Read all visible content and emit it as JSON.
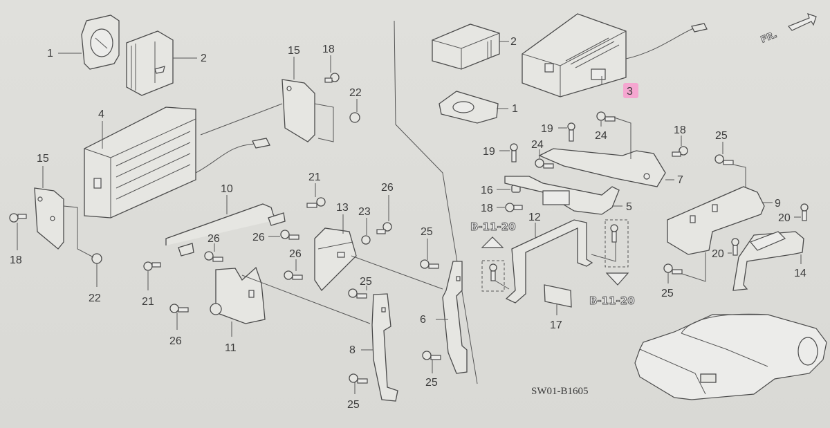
{
  "diagram": {
    "title_code": "SW01-B1605",
    "direction_indicator": "FR.",
    "highlight_color": "#f5a6d0",
    "reference_labels": [
      "B-11-20",
      "B-11-20"
    ],
    "left_section_labels": {
      "p1": "1",
      "p2": "2",
      "p4": "4",
      "p15a": "15",
      "p18a": "18",
      "p22a": "22",
      "p15b": "15",
      "p18b": "18",
      "p22b": "22",
      "p10": "10",
      "p21a": "21",
      "p21b": "21",
      "p26a": "26",
      "p26b": "26",
      "p26c": "26",
      "p26d": "26",
      "p13": "13",
      "p23": "23",
      "p11": "11",
      "p25a": "25",
      "p25b": "25",
      "p25c": "25",
      "p25d": "25",
      "p6": "6",
      "p8": "8"
    },
    "right_section_labels": {
      "p2": "2",
      "p3": "3",
      "p1": "1",
      "p19a": "19",
      "p24a": "24",
      "p18a": "18",
      "p19b": "19",
      "p24b": "24",
      "p7": "7",
      "p16": "16",
      "p18b": "18",
      "p5": "5",
      "p25a": "25",
      "p9": "9",
      "p20a": "20",
      "p12": "12",
      "p20b": "20",
      "p14": "14",
      "p25b": "25",
      "p17": "17"
    },
    "highlighted_part": "3"
  }
}
